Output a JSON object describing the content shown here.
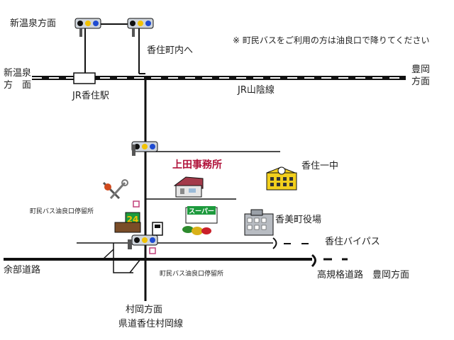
{
  "notice": "※ 町民バスをご利用の方は油良口で降りてください",
  "labels": {
    "shin_onsen_top": "新温泉方面",
    "kasumi_town": "香住町内へ",
    "shin_onsen_left_1": "新温泉",
    "shin_onsen_left_2": "方　面",
    "toyooka_right_1": "豊岡",
    "toyooka_right_2": "方面",
    "jr_station": "JR香住駅",
    "jr_line": "JR山陰線",
    "ueda_office": "上田事務所",
    "kasumi_ichu": "香住一中",
    "bus_stop_1": "町民バス油良口停留所",
    "bus_stop_2": "町民バス油良口停留所",
    "town_hall": "香美町役場",
    "bypass": "香住バイパス",
    "yobe_road": "余部道路",
    "highway": "高規格道路　豊岡方面",
    "muraoka": "村岡方面",
    "prefectural_road": "県道香住村岡線"
  },
  "store_signs": {
    "convenience": "24",
    "supermarket": "スーパー"
  },
  "colors": {
    "office_label": "#b0123a",
    "road": "#111111",
    "school": "#f2cf1d"
  }
}
